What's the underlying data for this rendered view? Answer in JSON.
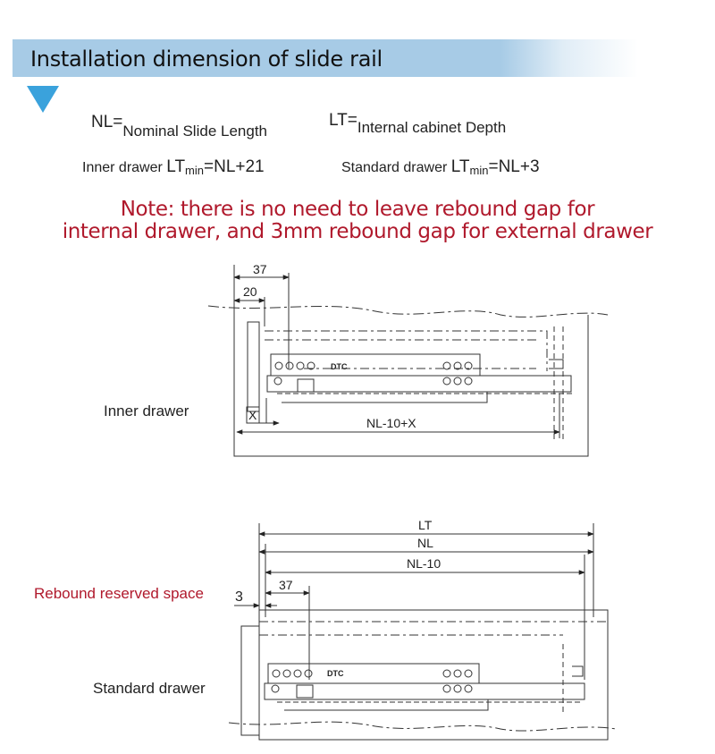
{
  "header": {
    "title": "Installation dimension of slide rail"
  },
  "definitions": {
    "nl_symbol": "NL=",
    "nl_meaning": "Nominal Slide Length",
    "lt_symbol": "LT=",
    "lt_meaning": "Internal cabinet Depth"
  },
  "formulas": {
    "inner_label": "Inner drawer",
    "inner_lt": "LT",
    "inner_min": "min",
    "inner_expr": "=NL+21",
    "standard_label": "Standard drawer",
    "standard_lt": "LT",
    "standard_min": "min",
    "standard_expr": "=NL+3"
  },
  "note": {
    "line1": "Note: there is no need to leave rebound gap for",
    "line2": "internal drawer, and 3mm rebound gap for external drawer"
  },
  "inner_diagram": {
    "label": "Inner drawer",
    "dim_37": "37",
    "dim_20": "20",
    "dim_x": "X",
    "dim_nl10x": "NL-10+X",
    "brand": "DTC"
  },
  "standard_diagram": {
    "label": "Standard drawer",
    "dim_lt": "LT",
    "dim_nl": "NL",
    "dim_nl10": "NL-10",
    "dim_37": "37",
    "dim_3": "3",
    "rebound": "Rebound reserved space",
    "brand": "DTC"
  },
  "colors": {
    "header_bg": "#a7cbe6",
    "triangle": "#3aa2dc",
    "note": "#b0192c"
  }
}
